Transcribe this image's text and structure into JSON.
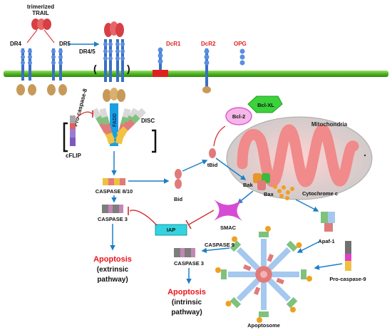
{
  "labels": {
    "trail": "trimerized",
    "trail2": "TRAIL",
    "dr4": "DR4",
    "dr5": "DR5",
    "dr45": "DR4/5",
    "dcr1": "DcR1",
    "dcr2": "DcR2",
    "opg": "OPG",
    "procasp8": "Pro-caspase-8",
    "fadd": "FADD",
    "disc": "DISC",
    "cflip": "cFLIP",
    "bcl2": "Bcl-2",
    "bclxl": "Bcl-XL",
    "mito": "Mitochondria",
    "tbid": "tBid",
    "bid": "Bid",
    "bak": "Bak",
    "bax": "Bax",
    "cytc": "Cytochrome c",
    "casp810": "CASPASE 8/10",
    "casp3a": "CASPASE 3",
    "smac": "SMAC",
    "iap": "IAP",
    "apaf": "Apaf-1",
    "casp9": "CASPASE 9",
    "casp3b": "CASPASE 3",
    "procasp9": "Pro-caspase-9",
    "apoptosis1": "Apoptosis",
    "ext1": "(extrinsic",
    "ext2": "pathway)",
    "apoptosis2": "Apoptosis",
    "int1": "(intrinsic",
    "int2": "pathway)",
    "apoptosome": "Apoptosome"
  },
  "colors": {
    "membrane": "#5ec62a",
    "receptor": "#3a6fc4",
    "ligand": "#e2474a",
    "decoy": "#e0201e",
    "arrow": "#1a7fc4",
    "inhibit": "#d42a2a",
    "mito_fill": "#f18a8a",
    "iap_box": "#34d3e0",
    "bclxl": "#3bd23b",
    "smac": "#d64bd6"
  }
}
